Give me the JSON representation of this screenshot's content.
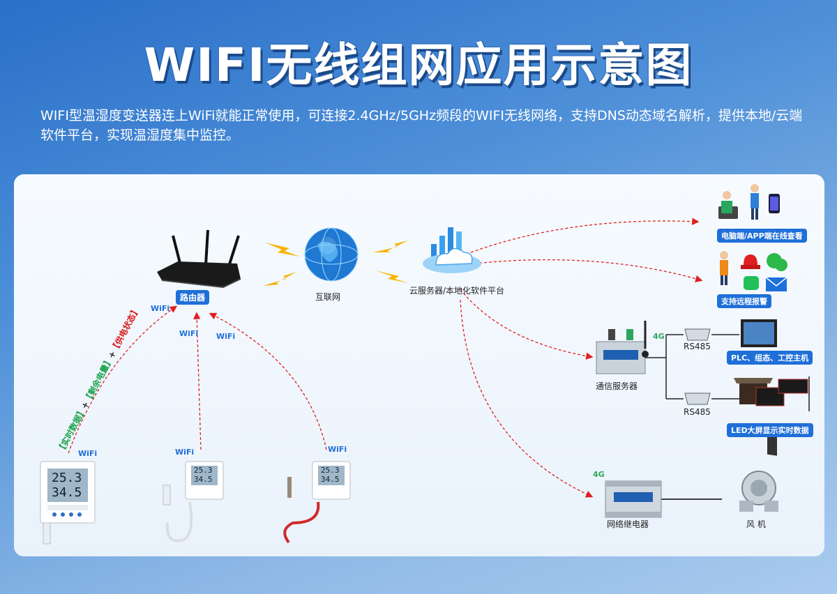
{
  "title": "WIFI无线组网应用示意图",
  "intro": "WIFI型温湿度变送器连上WiFi就能正常使用，可连接2.4GHz/5GHz频段的WIFI无线网络，支持DNS动态域名解析，提供本地/云端软件平台，实现温湿度集中监控。",
  "nodes": {
    "router": "路由器",
    "internet": "互联网",
    "cloud": "云服务器/本地化软件平台",
    "pc_app": "电脑端/APP端在线查看",
    "alarm": "支持远程报警",
    "comm_server": "通信服务器",
    "rs485_a": "RS485",
    "rs485_b": "RS485",
    "plc": "PLC、组态、工控主机",
    "led": "LED大屏显示实时数据",
    "relay": "网络继电器",
    "fan": "风 机"
  },
  "wifi_label": "WiFi",
  "side_label": {
    "part1": "【实时数据】",
    "plus1": "+",
    "part2": "【剩余电量】",
    "plus2": "+",
    "part3": "【供电状态】"
  },
  "device_readings": {
    "temp": "25.3",
    "hum": "34.5"
  },
  "badge_4g": "4G",
  "colors": {
    "accent": "#1f6fd8",
    "arrow": "#e02020",
    "green": "#1aa34a",
    "red": "#d81e1e"
  }
}
